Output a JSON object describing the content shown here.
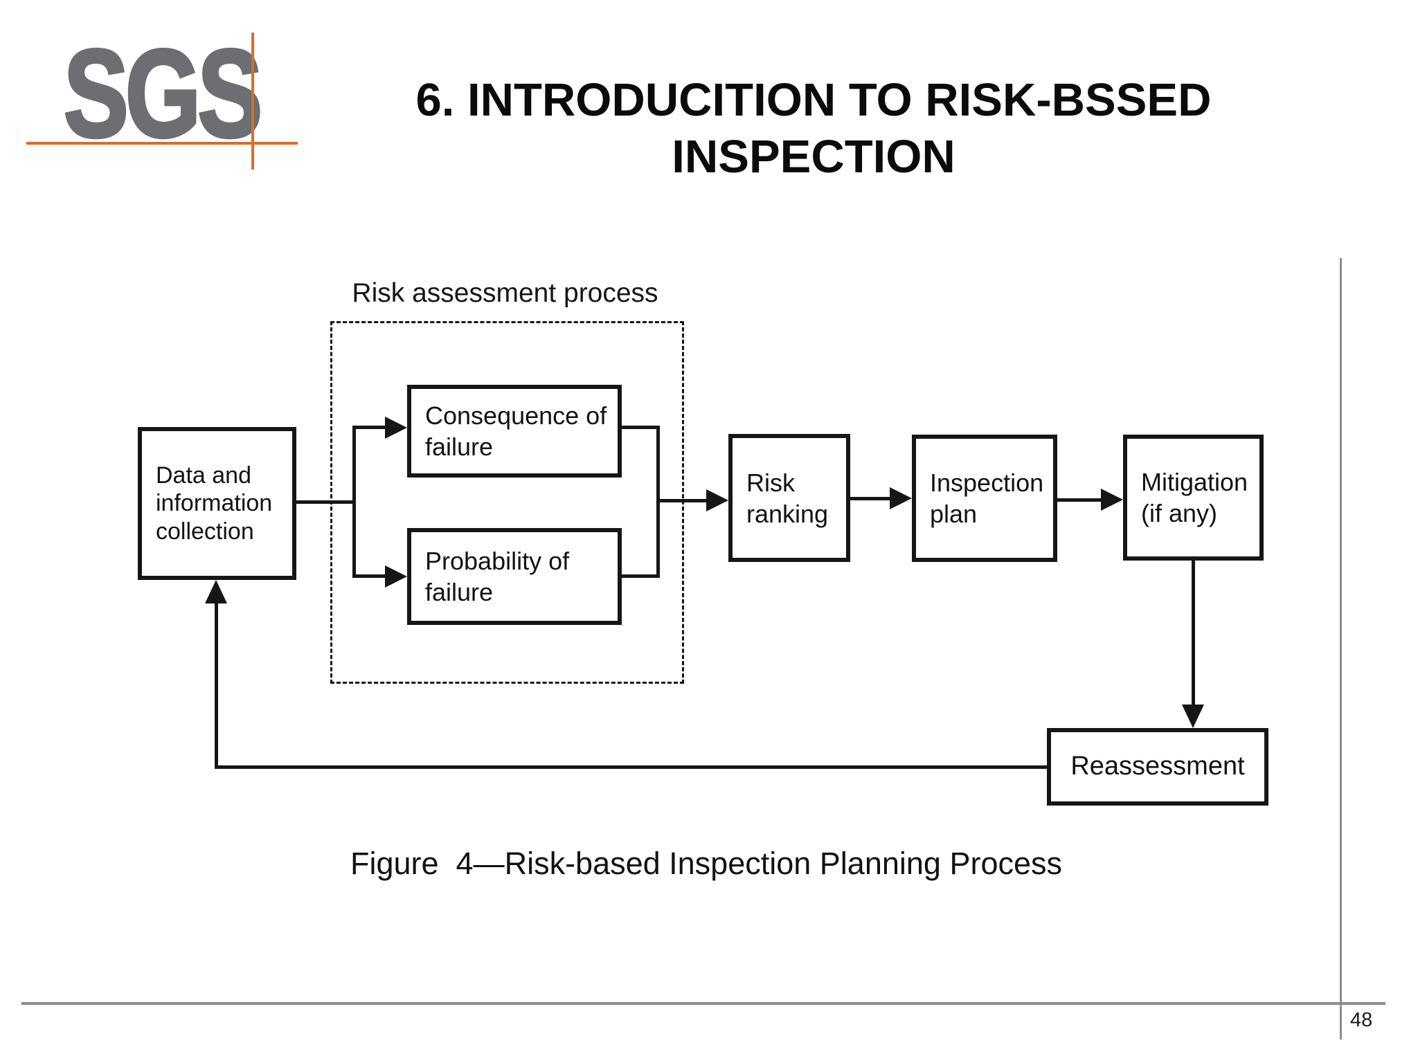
{
  "slide": {
    "logo": {
      "text": "SGS"
    },
    "title": {
      "line1": "6. INTRODUCITION TO RISK-BSSED",
      "line2": "INSPECTION"
    },
    "page_number": "48"
  },
  "diagram": {
    "group_label": "Risk assessment process",
    "nodes": {
      "data_collection": {
        "lines": [
          "Data and",
          "information",
          "collection"
        ]
      },
      "consequence_of_failure": {
        "lines": [
          "Consequence of",
          "failure"
        ]
      },
      "probability_of_failure": {
        "lines": [
          "Probability of",
          "failure"
        ]
      },
      "risk_ranking": {
        "lines": [
          "Risk",
          "ranking"
        ]
      },
      "inspection_plan": {
        "lines": [
          "Inspection",
          "plan"
        ]
      },
      "mitigation": {
        "lines": [
          "Mitigation",
          "(if any)"
        ]
      },
      "reassessment": {
        "lines": [
          "Reassessment"
        ]
      }
    },
    "caption": "Figure  4—Risk-based Inspection Planning Process"
  },
  "colors": {
    "logo_gray": "#6d6e71",
    "logo_orange": "#dd6b2a",
    "diagram_ink": "#161616",
    "frame_gray": "#8c8c8c"
  }
}
